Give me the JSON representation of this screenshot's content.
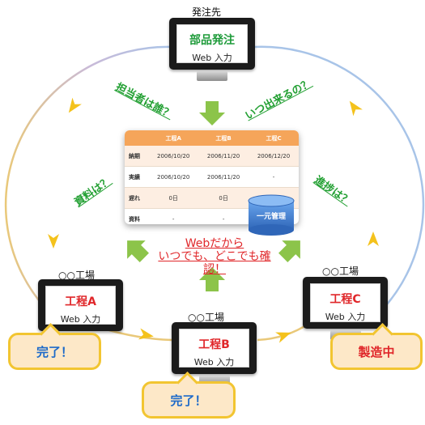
{
  "center": {
    "table": {
      "columns": [
        "工程A",
        "工程B",
        "工程C"
      ],
      "rows": [
        {
          "label": "納期",
          "cells": [
            "2006/10/20",
            "2006/11/20",
            "2006/12/20"
          ]
        },
        {
          "label": "実績",
          "cells": [
            "2006/10/20",
            "2006/11/20",
            "-"
          ]
        },
        {
          "label": "遅れ",
          "cells": [
            "0日",
            "0日",
            "-"
          ]
        },
        {
          "label": "資料",
          "cells": [
            "-",
            "-",
            "-"
          ]
        }
      ]
    },
    "database_label": "一元管理",
    "caption_line1": "Webだから",
    "caption_line2": "いつでも、どこでも確認！"
  },
  "top_node": {
    "label": "発注先",
    "title": "部品発注",
    "subtitle": "Web 入力"
  },
  "node_a": {
    "label": "○○工場",
    "title": "工程A",
    "subtitle": "Web 入力"
  },
  "node_b": {
    "label": "○○工場",
    "title": "工程B",
    "subtitle": "Web 入力"
  },
  "node_c": {
    "label": "○○工場",
    "title": "工程C",
    "subtitle": "Web 入力"
  },
  "questions": {
    "who": "担当者は誰？",
    "when": "いつ出来るの？",
    "materials": "資料は？",
    "progress": "進捗は？"
  },
  "bubbles": {
    "a": "完了！",
    "b": "完了！",
    "c": "製造中"
  },
  "colors": {
    "green_title": "#1e9b3a",
    "red_title": "#e0272a",
    "arrow_green": "#8cc44a",
    "cycle_arrow": "#f4c21c",
    "bubble_fill": "#fde8c8",
    "bubble_border": "#f2c531",
    "table_header": "#f5a55a",
    "database": "#3c7fd2"
  }
}
